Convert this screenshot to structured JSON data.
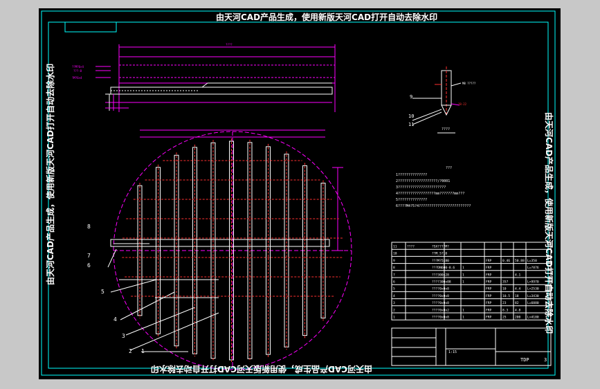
{
  "watermark": {
    "top": "由天河CAD产品生成，使用新版天河CAD打开自动去除水印",
    "bottom": "由天河CAD产品生成，使用新版天河CAD打开自动去除水印",
    "left": "由天河CAD产品生成，使用新版天河CAD打开自动去除水印",
    "right": "由天河CAD产品生成，使用新版天河CAD打开自动去除水印"
  },
  "colors": {
    "background": "#000000",
    "frame": "#00ffff",
    "dimension": "#ff00ff",
    "beam": "#ffffff",
    "text": "#ffffff",
    "red": "#ff3030"
  },
  "callouts": {
    "plan": [
      "8",
      "7",
      "6",
      "5",
      "4",
      "3",
      "2",
      "1"
    ],
    "detail": [
      "9",
      "10",
      "11"
    ],
    "detail_note": "????"
  },
  "notes": {
    "title": "???",
    "lines": [
      "1??????????????",
      "2???????????????????/?0001",
      "3???????????????????????",
      "4??????????????????mm???????mm???",
      "5??????????????",
      "6????M4?5?4?????????????????????????"
    ]
  },
  "bom": {
    "rows": [
      {
        "no": "11",
        "name": "????",
        "spec": "?SX????M?"
      },
      {
        "no": "10",
        "name": "",
        "spec": "??M_S?10"
      },
      {
        "no": "9",
        "name": "",
        "spec": "???M?5x80",
        "qty": "",
        "mat": "",
        "w1": "",
        "w2": "",
        "note": ""
      },
      {
        "no": "8",
        "name": "",
        "spec": "???DN600-8.6"
      },
      {
        "no": "7",
        "name": "",
        "spec": "???300x28"
      },
      {
        "no": "6",
        "name": "",
        "spec": "????300x08"
      },
      {
        "no": "5",
        "name": "",
        "spec": "????0x0x8"
      },
      {
        "no": "4",
        "name": "",
        "spec": "????0x0x8"
      },
      {
        "no": "3",
        "name": "",
        "spec": "????0x0x8"
      },
      {
        "no": "2",
        "name": "",
        "spec": "????0x0x2"
      },
      {
        "no": "1",
        "name": "",
        "spec": "????0x0x8"
      }
    ],
    "mat_col": [
      "",
      "",
      "FRP",
      "FRP",
      "FRP",
      "FRP",
      "FRP",
      "FRP",
      "FRP",
      "FRP",
      "FRP"
    ],
    "qty_col": [
      "",
      "",
      "",
      "1",
      "1",
      "1",
      "",
      "",
      "",
      "1",
      "1"
    ],
    "w_col": [
      "",
      "",
      "0.46",
      "",
      "",
      "357",
      "10",
      "10.5",
      "23",
      "8.3",
      "25"
    ],
    "w2_col": [
      "",
      "",
      "50.88",
      "",
      "4.1",
      "",
      "4.4",
      "18",
      "82",
      "4.8",
      "200"
    ],
    "note_col": [
      "",
      "",
      "L=350",
      "L=?876",
      "",
      "L=9970",
      "L=2530",
      "L=3430",
      "L=6080",
      "",
      "L=4180"
    ],
    "title_block": {
      "drawing_no": "TDP",
      "sheet": "3",
      "scale": "1:15"
    }
  }
}
